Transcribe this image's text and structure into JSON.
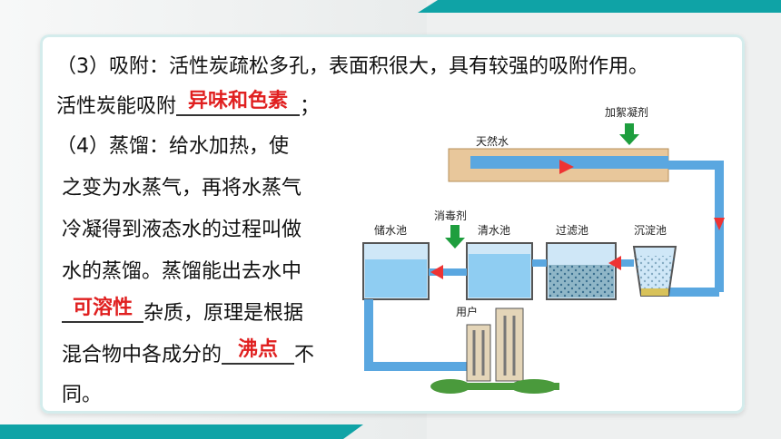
{
  "line1": "（3）吸附：活性炭疏松多孔，表面积很大，具有较强的吸附作用。",
  "line2_prefix": "活性炭能吸附",
  "answer1": "异味和色素",
  "line2_suffix": "；",
  "line3": "（4）蒸馏：给水加热，使",
  "line4": "之变为水蒸气，再将水蒸气",
  "line5": "冷凝得到液态水的过程叫做",
  "line6": "水的蒸馏。蒸馏能出去水中",
  "answer2": "可溶性",
  "line7_suffix": "杂质，原理是根据",
  "line8_prefix": "混合物中各成分的",
  "answer3": "沸点",
  "line8_suffix": "不",
  "line9": "同。",
  "diagram": {
    "tianranshui": "天然水",
    "jiafu": "加絮凝剂",
    "chushui": "储水池",
    "xiaodu": "消毒剂",
    "qingshui": "清水池",
    "guolv": "过滤池",
    "chendian": "沉淀池",
    "yonghu": "用户"
  }
}
